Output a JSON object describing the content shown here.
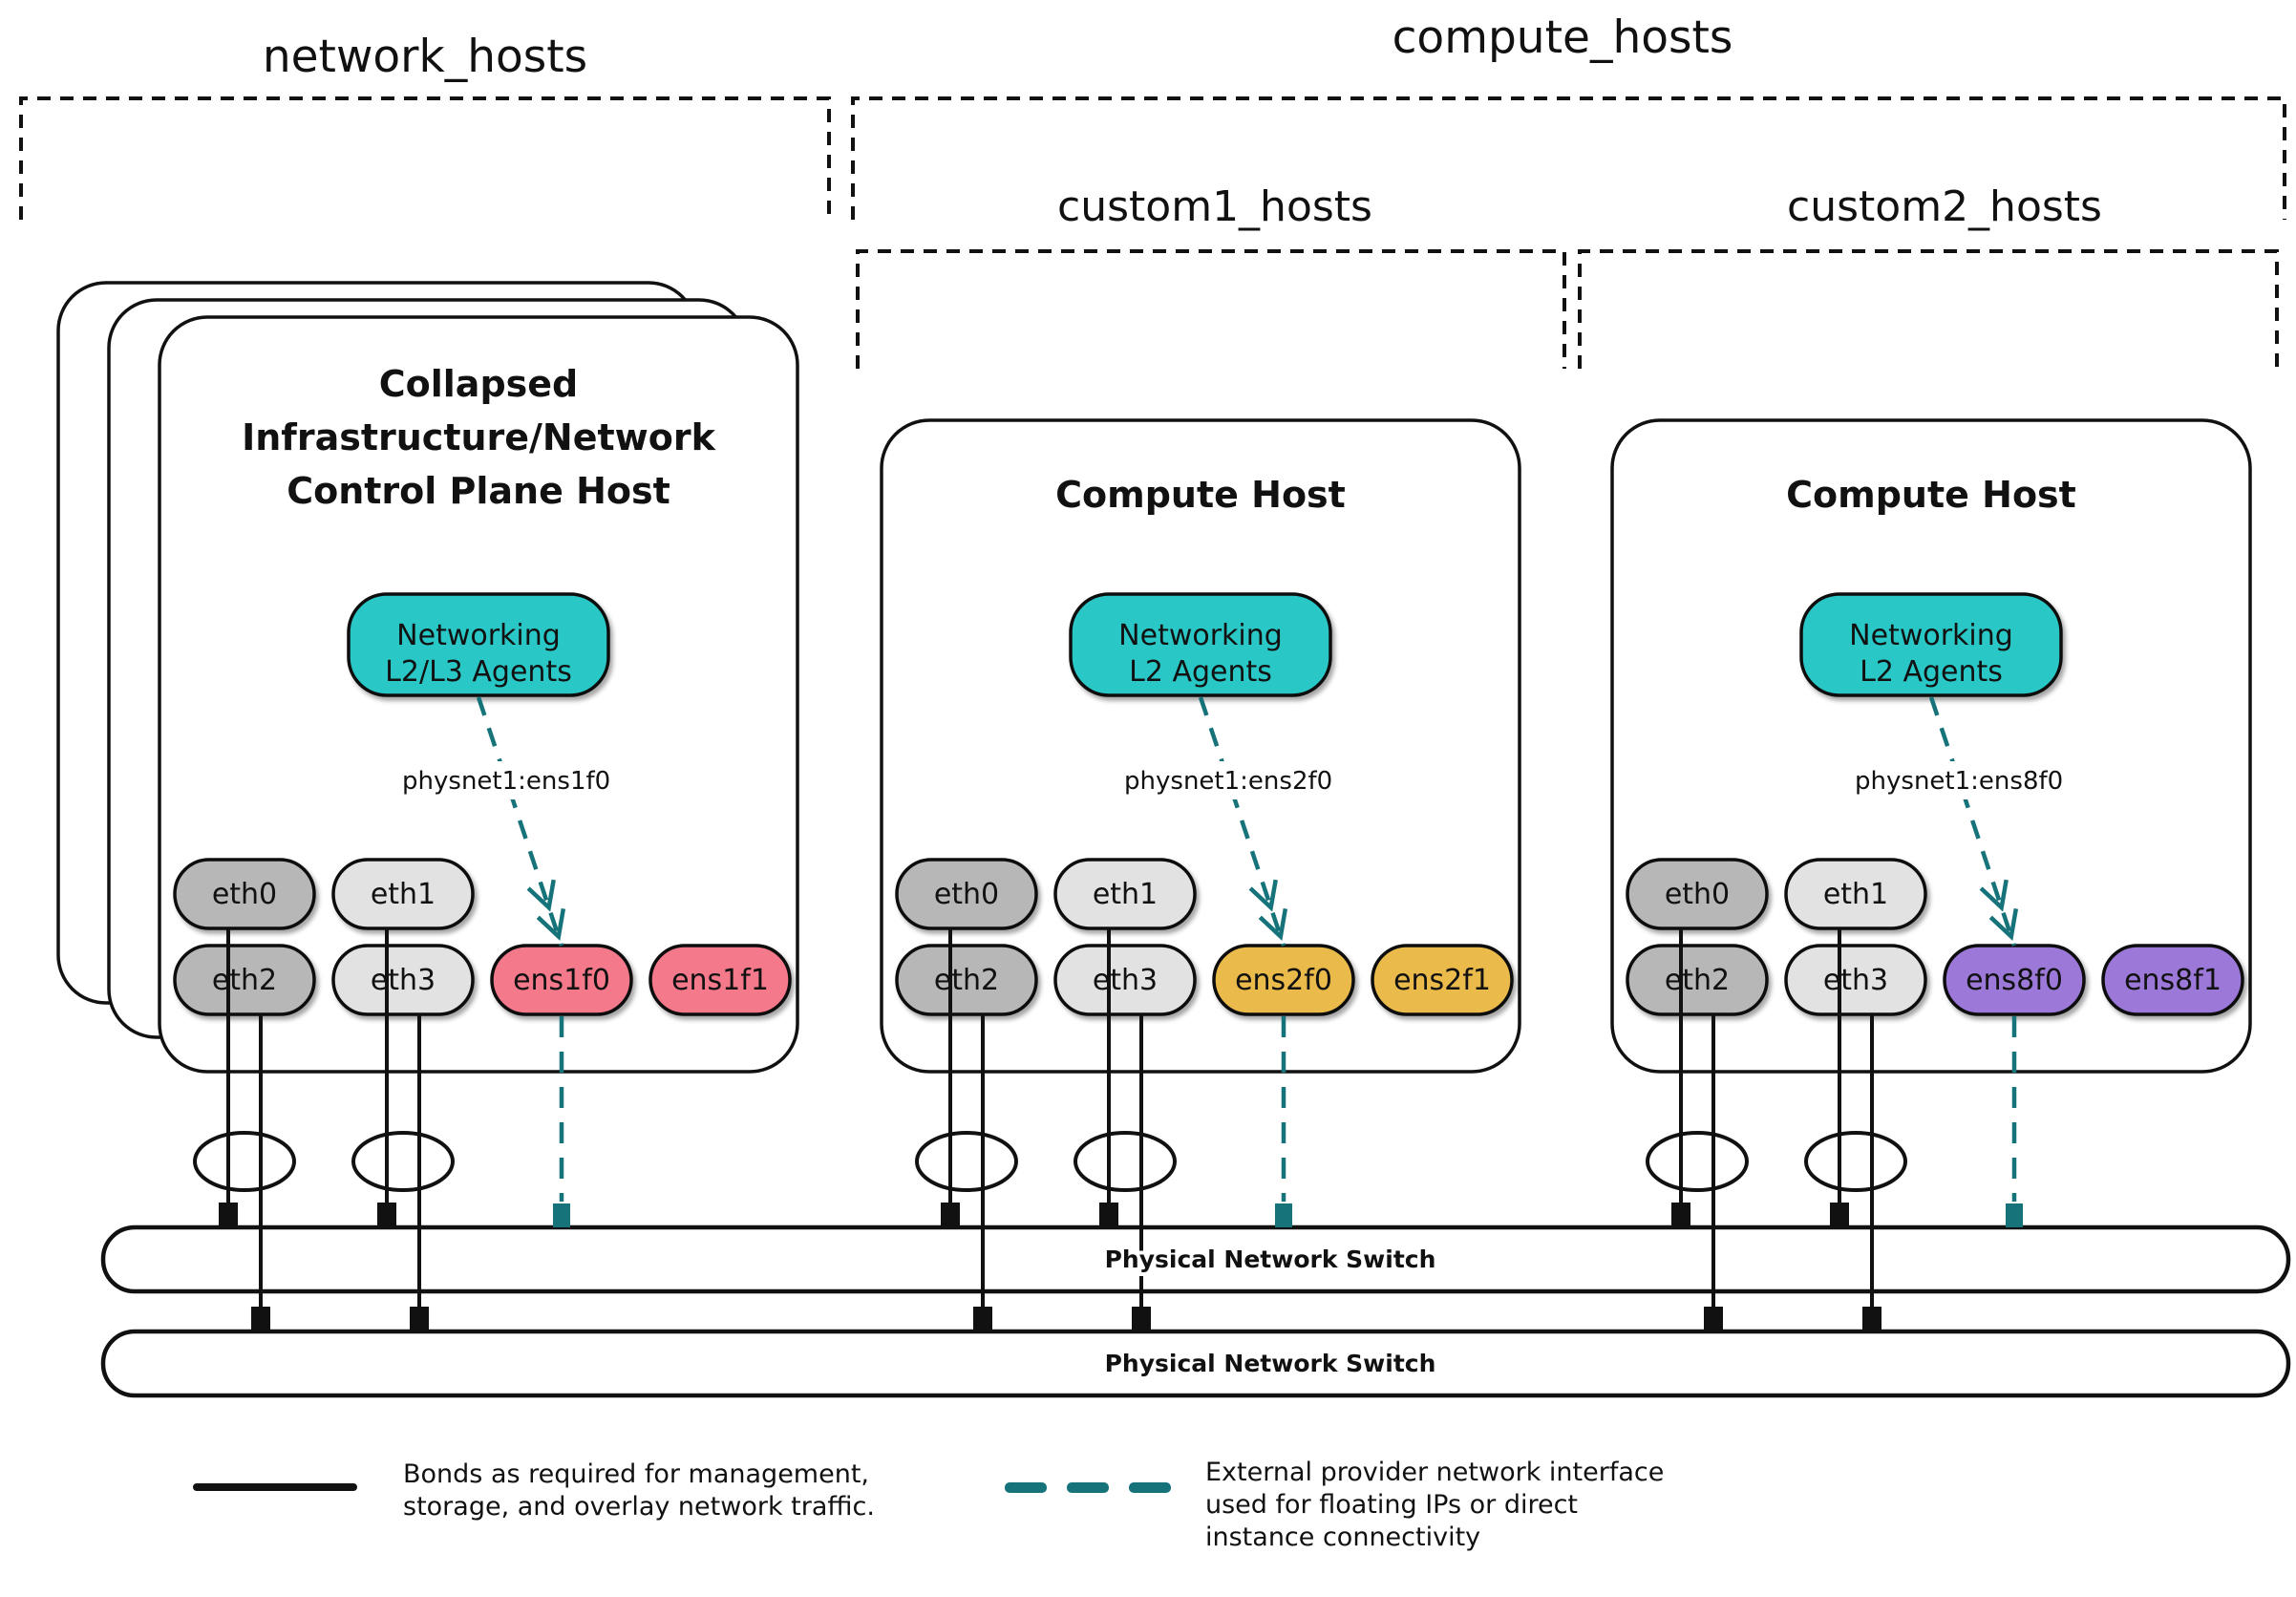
{
  "groups": [
    {
      "label": "network_hosts"
    },
    {
      "label": "compute_hosts"
    },
    {
      "label": "custom1_hosts"
    },
    {
      "label": "custom2_hosts"
    }
  ],
  "hosts": [
    {
      "title_lines": [
        "Collapsed",
        "Infrastructure/Network",
        "Control Plane Host"
      ],
      "agent_lines": [
        "Networking",
        "L2/L3 Agents"
      ],
      "physnet_label": "physnet1:ens1f0",
      "nics_row1": [
        {
          "name": "eth0",
          "color": "gray_dark",
          "text": "black"
        },
        {
          "name": "eth1",
          "color": "gray_light",
          "text": "black"
        }
      ],
      "nics_row2": [
        {
          "name": "eth2",
          "color": "gray_dark",
          "text": "black"
        },
        {
          "name": "eth3",
          "color": "gray_light",
          "text": "black"
        },
        {
          "name": "ens1f0",
          "color": "pink",
          "text": "black"
        },
        {
          "name": "ens1f1",
          "color": "pink",
          "text": "black"
        }
      ]
    },
    {
      "title_lines": [
        "Compute Host"
      ],
      "agent_lines": [
        "Networking",
        "L2 Agents"
      ],
      "physnet_label": "physnet1:ens2f0",
      "nics_row1": [
        {
          "name": "eth0",
          "color": "gray_dark",
          "text": "black"
        },
        {
          "name": "eth1",
          "color": "gray_light",
          "text": "black"
        }
      ],
      "nics_row2": [
        {
          "name": "eth2",
          "color": "gray_dark",
          "text": "black"
        },
        {
          "name": "eth3",
          "color": "gray_light",
          "text": "black"
        },
        {
          "name": "ens2f0",
          "color": "gold",
          "text": "black"
        },
        {
          "name": "ens2f1",
          "color": "gold",
          "text": "black"
        }
      ]
    },
    {
      "title_lines": [
        "Compute Host"
      ],
      "agent_lines": [
        "Networking",
        "L2 Agents"
      ],
      "physnet_label": "physnet1:ens8f0",
      "nics_row1": [
        {
          "name": "eth0",
          "color": "gray_dark",
          "text": "black"
        },
        {
          "name": "eth1",
          "color": "gray_light",
          "text": "black"
        }
      ],
      "nics_row2": [
        {
          "name": "eth2",
          "color": "gray_dark",
          "text": "black"
        },
        {
          "name": "eth3",
          "color": "gray_light",
          "text": "black"
        },
        {
          "name": "ens8f0",
          "color": "purple",
          "text": "white"
        },
        {
          "name": "ens8f1",
          "color": "purple",
          "text": "white"
        }
      ]
    }
  ],
  "switches": [
    {
      "label": "Physical Network Switch"
    },
    {
      "label": "Physical Network Switch"
    }
  ],
  "legend": [
    {
      "style": "solid",
      "lines": [
        "Bonds as required for management,",
        "storage, and overlay network traffic."
      ]
    },
    {
      "style": "dashed",
      "lines": [
        "External provider network interface",
        "used for floating IPs or direct",
        "instance connectivity"
      ]
    }
  ],
  "colors": {
    "teal_fill": "#2bc7c7",
    "provider_dash": "#17737a",
    "pink": "#f4798b",
    "gold": "#eaba4b",
    "purple": "#9c79d9",
    "gray_dark": "#b7b7b7",
    "gray_light": "#e2e2e2",
    "line_black": "#111111"
  }
}
